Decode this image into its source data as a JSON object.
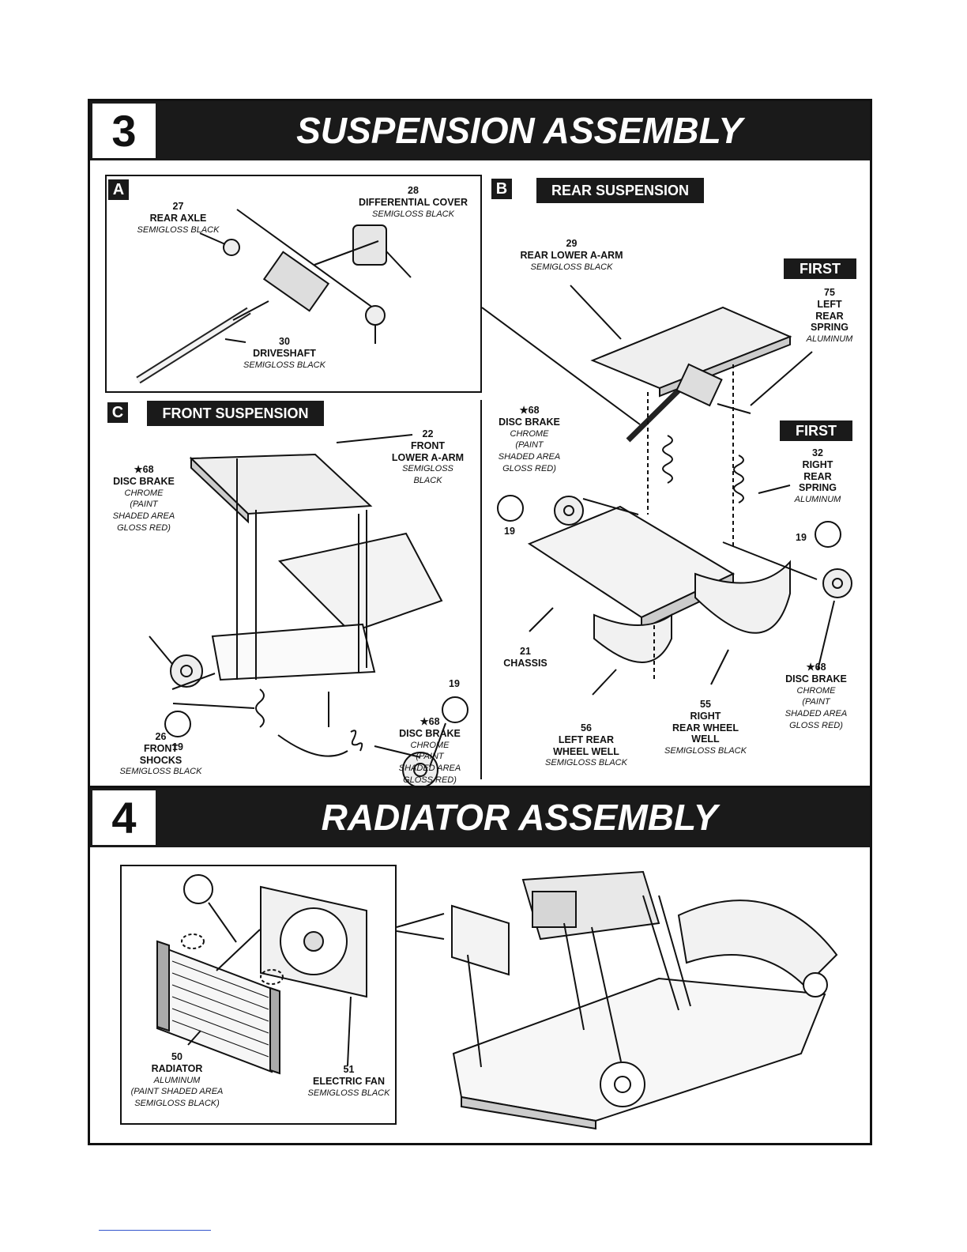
{
  "step3": {
    "number": "3",
    "title": "SUSPENSION ASSEMBLY",
    "panel_a": {
      "tag": "A",
      "rear_axle": {
        "num": "27",
        "name": "REAR AXLE",
        "finish": "SEMIGLOSS BLACK"
      },
      "differential_cover": {
        "num": "28",
        "name": "DIFFERENTIAL COVER",
        "finish": "SEMIGLOSS BLACK"
      },
      "driveshaft": {
        "num": "30",
        "name": "DRIVESHAFT",
        "finish": "SEMIGLOSS BLACK"
      }
    },
    "panel_b": {
      "tag": "B",
      "title": "REAR SUSPENSION",
      "first_label": "FIRST",
      "rear_lower_a_arm": {
        "num": "29",
        "name": "REAR LOWER A-ARM",
        "finish": "SEMIGLOSS BLACK"
      },
      "left_rear_spring": {
        "num": "75",
        "name": "LEFT\nREAR\nSPRING",
        "finish": "ALUMINUM"
      },
      "right_rear_spring": {
        "num": "32",
        "name": "RIGHT\nREAR\nSPRING",
        "finish": "ALUMINUM"
      },
      "disc_brake_left": {
        "num": "★68",
        "name": "DISC BRAKE",
        "finish": "CHROME\n(PAINT\nSHADED AREA\nGLOSS RED)"
      },
      "disc_brake_right": {
        "num": "★68",
        "name": "DISC BRAKE",
        "finish": "CHROME\n(PAINT\nSHADED AREA\nGLOSS RED)"
      },
      "decal_left": "19",
      "decal_right": "19",
      "chassis": {
        "num": "21",
        "name": "CHASSIS"
      },
      "left_rear_wheel_well": {
        "num": "56",
        "name": "LEFT REAR\nWHEEL WELL",
        "finish": "SEMIGLOSS BLACK"
      },
      "right_rear_wheel_well": {
        "num": "55",
        "name": "RIGHT\nREAR WHEEL\nWELL",
        "finish": "SEMIGLOSS BLACK"
      }
    },
    "panel_c": {
      "tag": "C",
      "title": "FRONT SUSPENSION",
      "front_lower_a_arm": {
        "num": "22",
        "name": "FRONT\nLOWER A-ARM",
        "finish": "SEMIGLOSS\nBLACK"
      },
      "disc_brake_left": {
        "num": "★68",
        "name": "DISC BRAKE",
        "finish": "CHROME\n(PAINT\nSHADED AREA\nGLOSS RED)"
      },
      "disc_brake_right": {
        "num": "★68",
        "name": "DISC BRAKE",
        "finish": "CHROME\n(PAINT\nSHADED AREA\nGLOSS RED)"
      },
      "decal_left": "19",
      "decal_right": "19",
      "front_shocks": {
        "num": "26",
        "name": "FRONT\nSHOCKS",
        "finish": "SEMIGLOSS BLACK"
      }
    }
  },
  "step4": {
    "number": "4",
    "title": "RADIATOR ASSEMBLY",
    "radiator": {
      "num": "50",
      "name": "RADIATOR",
      "finish": "ALUMINUM\n(PAINT SHADED AREA\nSEMIGLOSS BLACK)"
    },
    "electric_fan": {
      "num": "51",
      "name": "ELECTRIC FAN",
      "finish": "SEMIGLOSS BLACK"
    }
  }
}
